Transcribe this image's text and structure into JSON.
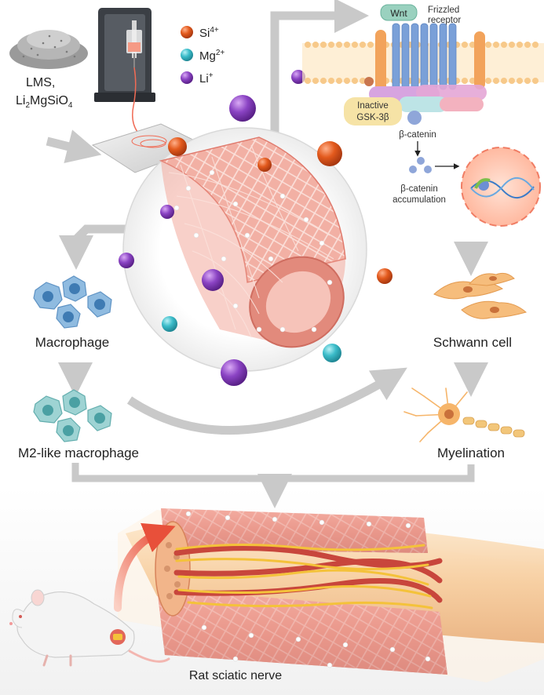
{
  "ions": {
    "si": {
      "symbol": "Si",
      "charge": "4+",
      "color": "#e35a1d"
    },
    "mg": {
      "symbol": "Mg",
      "charge": "2+",
      "color": "#3bbcc9"
    },
    "li": {
      "symbol": "Li",
      "charge": "+",
      "color": "#8b44c4"
    }
  },
  "material": {
    "name": "LMS,",
    "formula_a": "Li",
    "formula_a_sub": "2",
    "formula_b": "MgSiO",
    "formula_b_sub": "4"
  },
  "pathway": {
    "wnt": "Wnt",
    "receptor_line1": "Frizzled",
    "receptor_line2": "receptor",
    "gsk_line1": "Inactive",
    "gsk_line2": "GSK-3β",
    "beta_catenin": "β-catenin",
    "accum_line1": "β-catenin",
    "accum_line2": "accumulation"
  },
  "labels": {
    "macrophage": "Macrophage",
    "m2": "M2-like macrophage",
    "schwann": "Schwann cell",
    "myelination": "Myelination",
    "rat": "Rat sciatic nerve"
  },
  "colors": {
    "arrow": "#c9c9c9",
    "scaffold": "#e8958a",
    "membrane": "#f7c98a",
    "macrophage": "#7fb0d6",
    "m2": "#86c6c6",
    "schwann": "#f3b36e"
  }
}
